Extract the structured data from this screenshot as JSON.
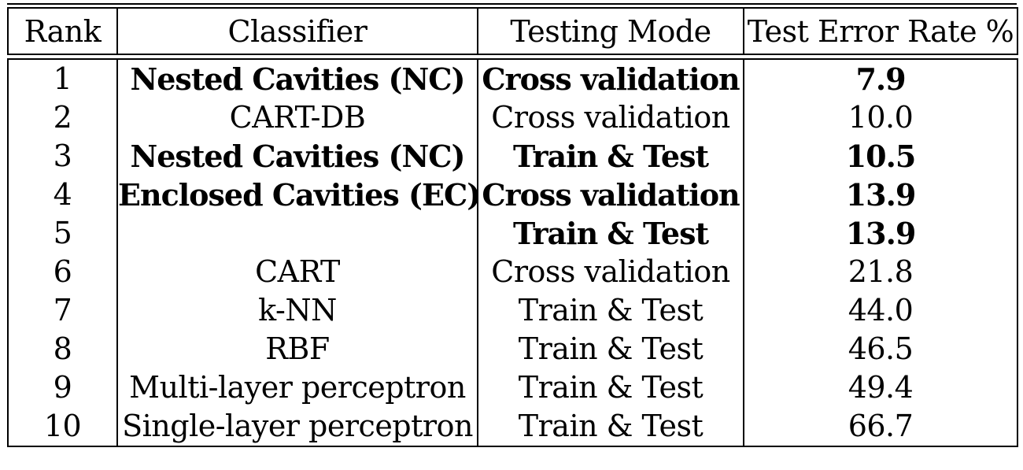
{
  "table": {
    "headers": {
      "rank": "Rank",
      "classifier": "Classifier",
      "mode": "Testing Mode",
      "error": "Test Error Rate %"
    },
    "rows": [
      {
        "rank": "1",
        "classifier": "Nested Cavities (NC)",
        "mode": "Cross validation",
        "error": "7.9",
        "bold": true
      },
      {
        "rank": "2",
        "classifier": "CART-DB",
        "mode": "Cross validation",
        "error": "10.0",
        "bold": false
      },
      {
        "rank": "3",
        "classifier": "Nested Cavities (NC)",
        "mode": "Train & Test",
        "error": "10.5",
        "bold": true
      },
      {
        "rank": "4",
        "classifier": "Enclosed Cavities (EC)",
        "mode": "Cross validation",
        "error": "13.9",
        "bold": true
      },
      {
        "rank": "5",
        "classifier": "",
        "mode": "Train & Test",
        "error": "13.9",
        "bold": true
      },
      {
        "rank": "6",
        "classifier": "CART",
        "mode": "Cross validation",
        "error": "21.8",
        "bold": false
      },
      {
        "rank": "7",
        "classifier": "k-NN",
        "mode": "Train & Test",
        "error": "44.0",
        "bold": false
      },
      {
        "rank": "8",
        "classifier": "RBF",
        "mode": "Train & Test",
        "error": "46.5",
        "bold": false
      },
      {
        "rank": "9",
        "classifier": "Multi-layer perceptron",
        "mode": "Train & Test",
        "error": "49.4",
        "bold": false
      },
      {
        "rank": "10",
        "classifier": "Single-layer perceptron",
        "mode": "Train & Test",
        "error": "66.7",
        "bold": false
      }
    ]
  }
}
